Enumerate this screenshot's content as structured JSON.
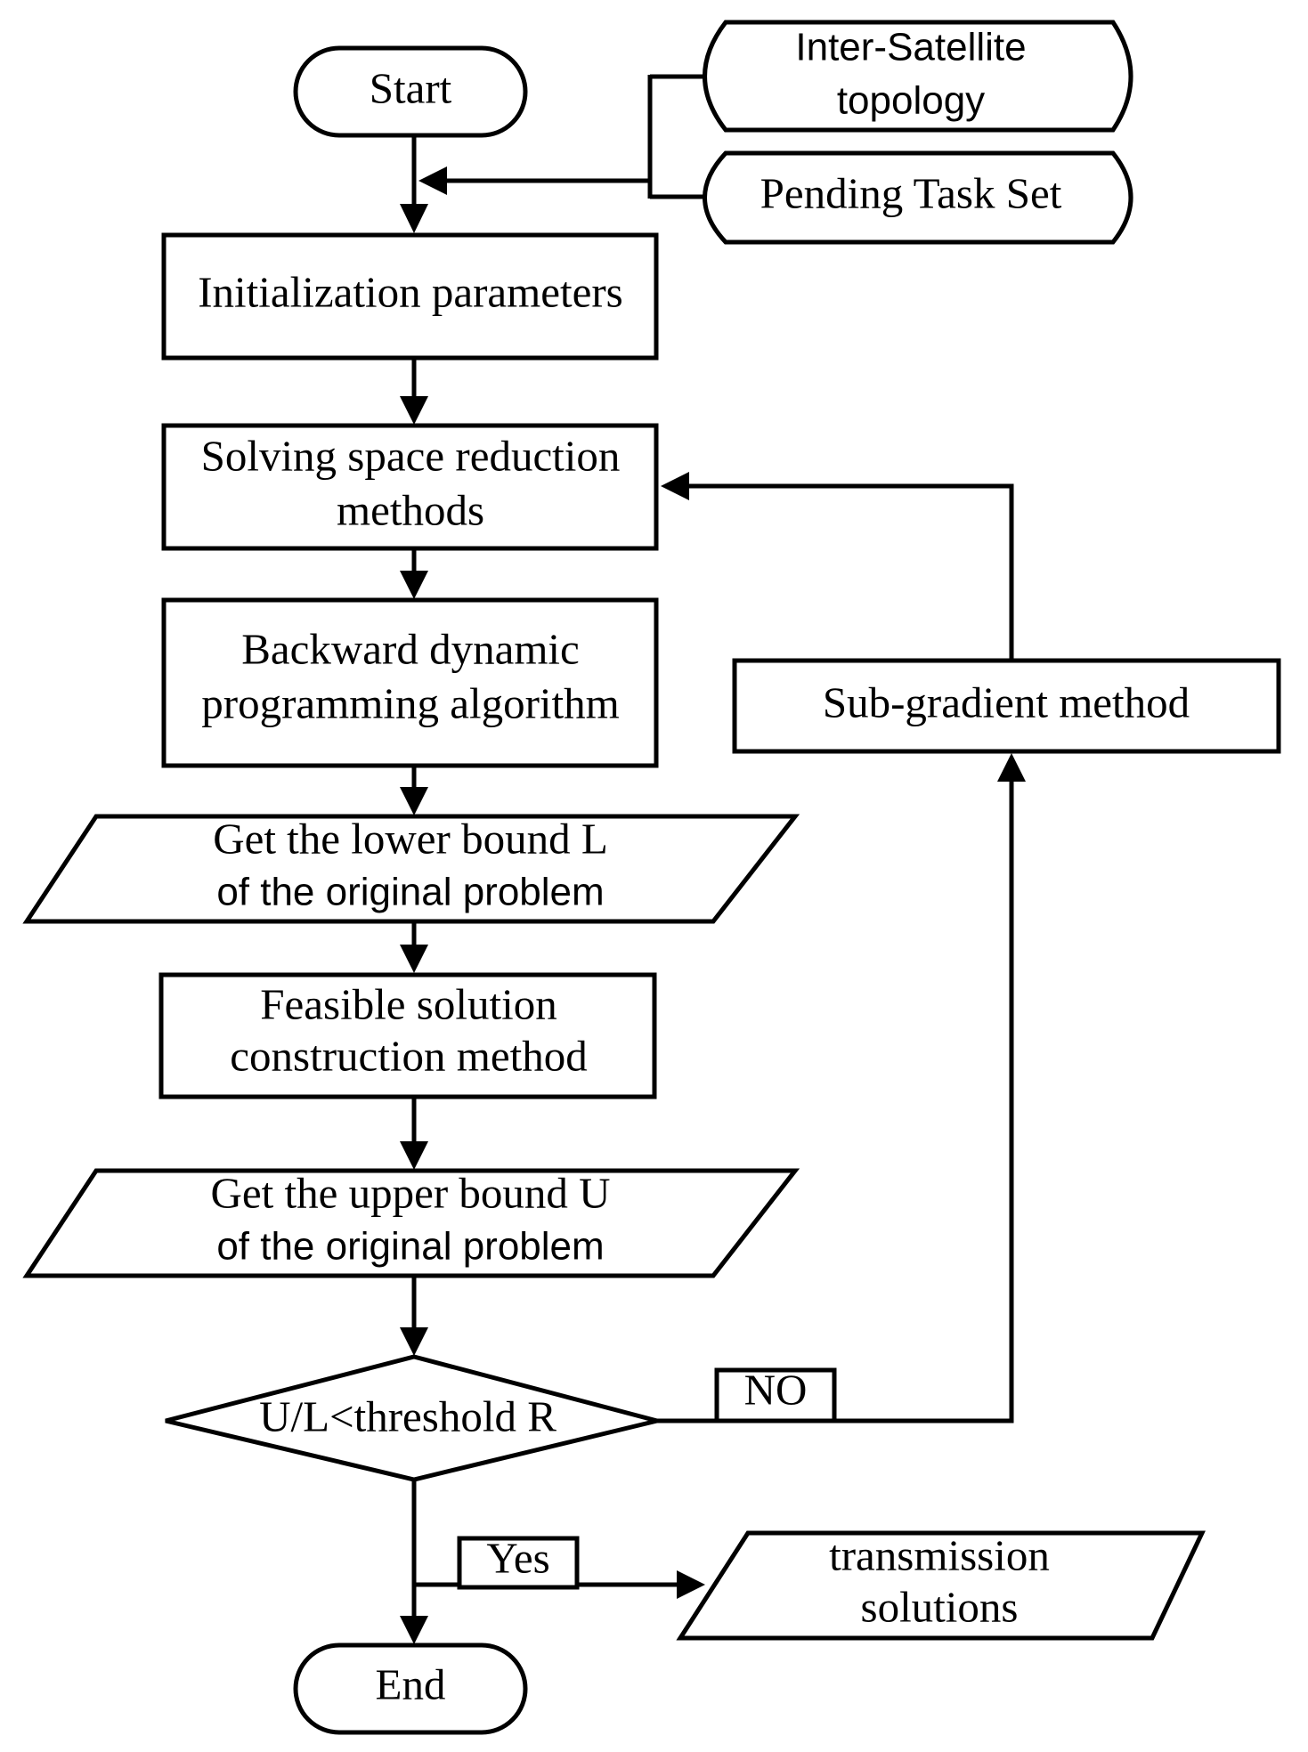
{
  "nodes": {
    "start": "Start",
    "inter_satellite_line1": "Inter-Satellite",
    "inter_satellite_line2": "topology",
    "pending_task_set": "Pending Task Set",
    "init_params": "Initialization parameters",
    "space_reduction_line1": "Solving space reduction",
    "space_reduction_line2": "methods",
    "backward_dp_line1": "Backward dynamic",
    "backward_dp_line2": "programming algorithm",
    "lower_bound_line1": "Get the lower bound L",
    "lower_bound_line2": "of the original problem",
    "feasible_line1": "Feasible solution",
    "feasible_line2": "construction method",
    "upper_bound_line1": "Get the upper bound U",
    "upper_bound_line2": "of the original problem",
    "decision": "U/L<threshold R",
    "no_label": "NO",
    "yes_label": "Yes",
    "subgradient": "Sub-gradient method",
    "transmission_line1": "transmission",
    "transmission_line2": "solutions",
    "end": "End"
  },
  "colors": {
    "stroke": "#000000",
    "fill": "#ffffff"
  }
}
